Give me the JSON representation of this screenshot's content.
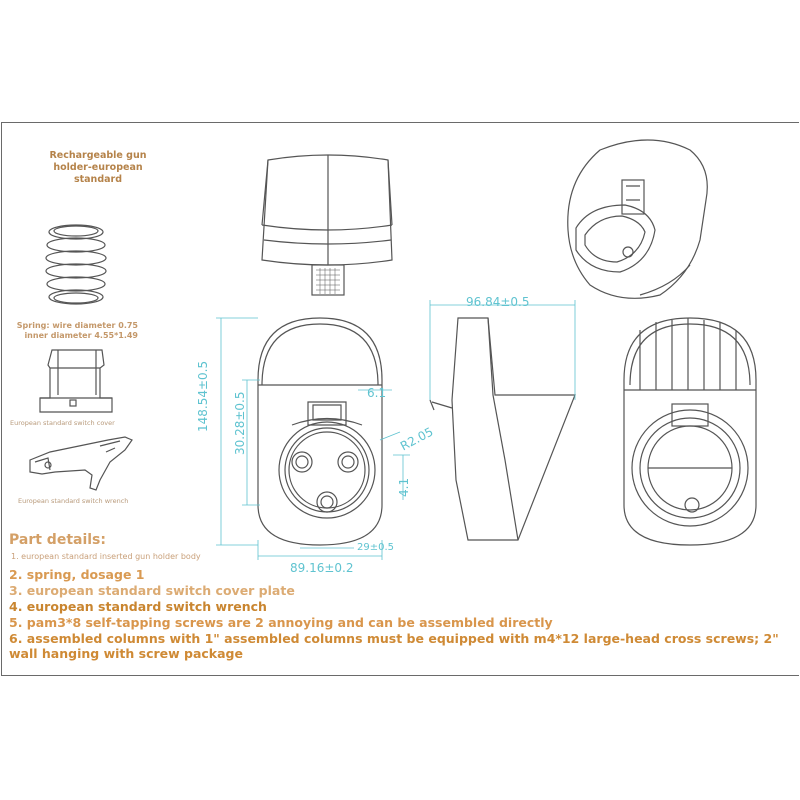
{
  "title": "Rechargeable gun\nholder-european standard",
  "captions": {
    "spring": "Spring: wire diameter 0.75\ninner diameter 4.55*1.49",
    "cover": "European standard switch cover",
    "wrench": "European standard switch wrench"
  },
  "part_details": {
    "heading": "Part details:",
    "items": [
      "1. european standard inserted gun holder body",
      "2. spring, dosage 1",
      "3. european standard switch cover plate",
      "4. european standard switch wrench",
      "5. pam3*8 self-tapping screws are 2 annoying and can be assembled directly",
      "6. assembled columns with 1\" assembled columns must be equipped with m4*12 large-head cross screws; 2\" wall hanging with screw package"
    ]
  },
  "dimensions": {
    "height_total": "148.54±0.5",
    "height_socket": "30.28±0.5",
    "offset_top": "6.1",
    "radius": "R2.05",
    "depth_small": "4.1",
    "width_inner": "29±0.5",
    "width_total": "89.16±0.2",
    "depth_total": "96.84±0.5"
  },
  "colors": {
    "line": "#555555",
    "dimension": "#5fc3d0",
    "text_orange": "#d08a3c"
  }
}
